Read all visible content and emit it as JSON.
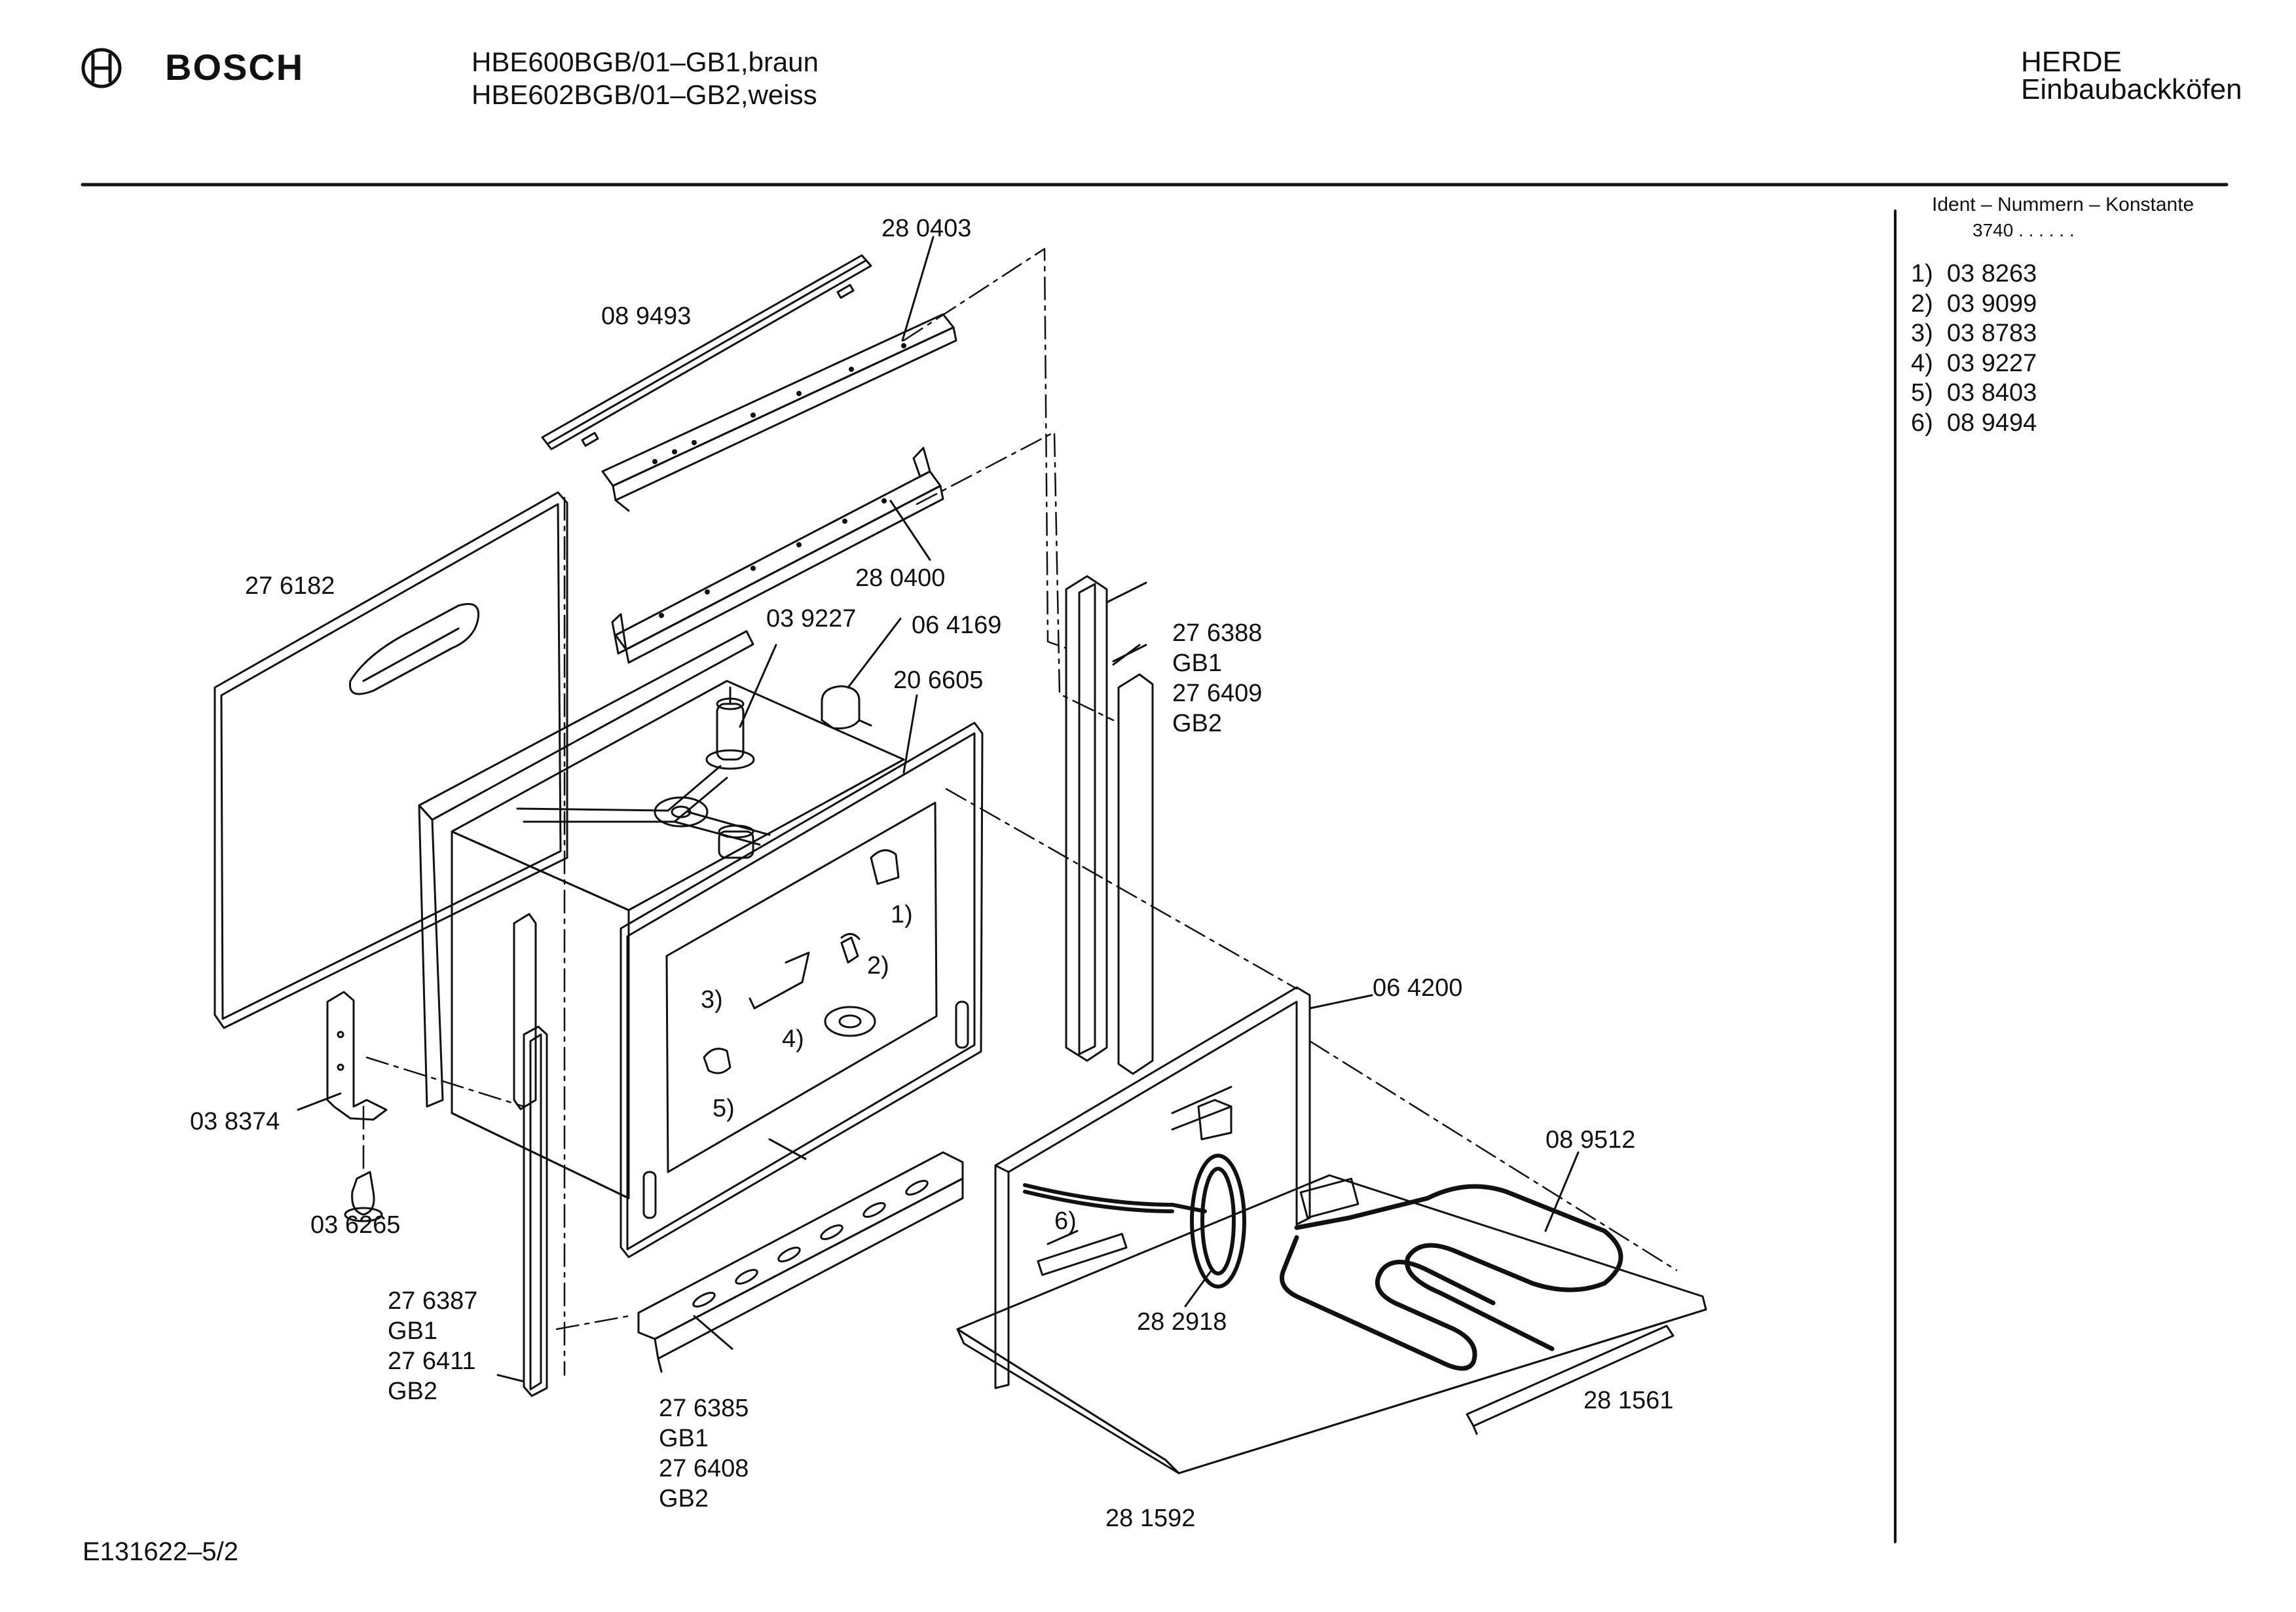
{
  "header": {
    "brand": "BOSCH",
    "model_line_1": "HBE600BGB/01–GB1,braun",
    "model_line_2": "HBE602BGB/01–GB2,weiss",
    "category": "HERDE",
    "subcategory": "Einbaubackköfen",
    "logo_icon": "bosch-armature-icon"
  },
  "ident_panel": {
    "title": "Ident – Nummern – Konstante",
    "constant": "3740 . .   . . . .",
    "items": [
      {
        "label": "1)",
        "number": "03 8263"
      },
      {
        "label": "2)",
        "number": "03 9099"
      },
      {
        "label": "3)",
        "number": "03 8783"
      },
      {
        "label": "4)",
        "number": "03 9227"
      },
      {
        "label": "5)",
        "number": "03 8403"
      },
      {
        "label": "6)",
        "number": "08 9494"
      }
    ]
  },
  "parts": {
    "p280403": "28 0403",
    "p089493": "08 9493",
    "p280400": "28 0400",
    "p276182": "27 6182",
    "p039227": "03 9227",
    "p064169": "06 4169",
    "p206605": "20 6605",
    "p276388": "27 6388",
    "p276388_v1": "GB1",
    "p276409": "27 6409",
    "p276409_v2": "GB2",
    "p064200": "06 4200",
    "p089512": "08 9512",
    "p038374": "03 8374",
    "p036265": "03 6265",
    "p276387": "27 6387",
    "p276387_v1": "GB1",
    "p276411": "27 6411",
    "p276411_v2": "GB2",
    "p276385": "27 6385",
    "p276385_v1": "GB1",
    "p276408": "27 6408",
    "p276408_v2": "GB2",
    "p282918": "28 2918",
    "p281561": "28 1561",
    "p281592": "28 1592",
    "c1": "1)",
    "c2": "2)",
    "c3": "3)",
    "c4": "4)",
    "c5": "5)",
    "c6": "6)"
  },
  "footer": {
    "drawing_number": "E131622–5/2"
  }
}
